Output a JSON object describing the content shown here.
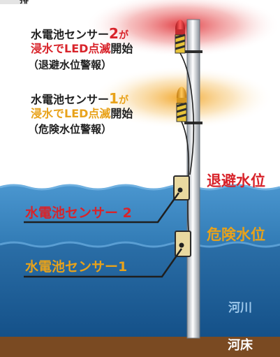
{
  "top_fragment": "排",
  "annotation2": {
    "line1_prefix": "水電池センサー",
    "line1_num": "2",
    "line1_suffix": "が",
    "line2_colored": "浸水でLED点滅",
    "line2_plain": "開始",
    "line3": "（退避水位警報）"
  },
  "annotation1": {
    "line1_prefix": "水電池センサー",
    "line1_num": "1",
    "line1_suffix": "が",
    "line2_colored": "浸水でLED点滅",
    "line2_plain": "開始",
    "line3": "（危険水位警報）"
  },
  "labels": {
    "evac_level": "退避水位",
    "danger_level": "危険水位",
    "sensor2": "水電池センサー 2",
    "sensor1": "水電池センサー1",
    "river": "河川",
    "riverbed": "河床"
  },
  "colors": {
    "alert_red": "#d8232a",
    "alert_orange": "#e8a21a",
    "water_top": "#3a86c0",
    "water_bottom": "#17598f",
    "riverbed": "#7a4a22"
  }
}
